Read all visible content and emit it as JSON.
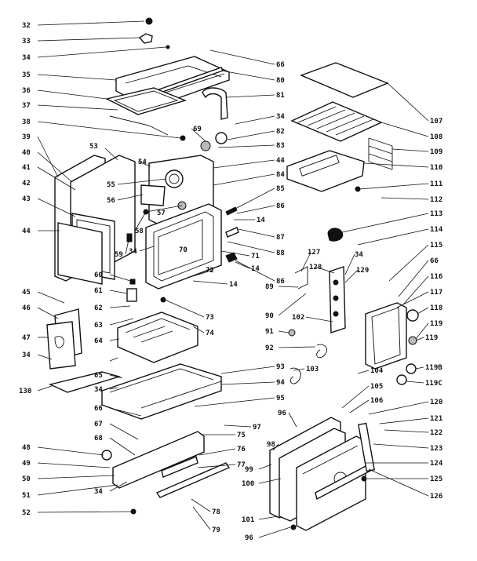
{
  "diagram": {
    "labels": [
      {
        "id": "l32",
        "text": "32"
      },
      {
        "id": "l33",
        "text": "33"
      },
      {
        "id": "l34a",
        "text": "34"
      },
      {
        "id": "l35",
        "text": "35"
      },
      {
        "id": "l36",
        "text": "36"
      },
      {
        "id": "l37",
        "text": "37"
      },
      {
        "id": "l38",
        "text": "38"
      },
      {
        "id": "l39",
        "text": "39"
      },
      {
        "id": "l40",
        "text": "40"
      },
      {
        "id": "l41",
        "text": "41"
      },
      {
        "id": "l42",
        "text": "42"
      },
      {
        "id": "l43",
        "text": "43"
      },
      {
        "id": "l44a",
        "text": "44"
      },
      {
        "id": "l45",
        "text": "45"
      },
      {
        "id": "l46",
        "text": "46"
      },
      {
        "id": "l47",
        "text": "47"
      },
      {
        "id": "l34b",
        "text": "34"
      },
      {
        "id": "l130",
        "text": "130"
      },
      {
        "id": "l48",
        "text": "48"
      },
      {
        "id": "l49",
        "text": "49"
      },
      {
        "id": "l50",
        "text": "50"
      },
      {
        "id": "l51",
        "text": "51"
      },
      {
        "id": "l52",
        "text": "52"
      },
      {
        "id": "l53",
        "text": "53"
      },
      {
        "id": "l54",
        "text": "54"
      },
      {
        "id": "l55",
        "text": "55"
      },
      {
        "id": "l56",
        "text": "56"
      },
      {
        "id": "l57",
        "text": "57"
      },
      {
        "id": "l58",
        "text": "58"
      },
      {
        "id": "l59",
        "text": "59"
      },
      {
        "id": "l34c",
        "text": "34"
      },
      {
        "id": "l70",
        "text": "70"
      },
      {
        "id": "l60",
        "text": "60"
      },
      {
        "id": "l61",
        "text": "61"
      },
      {
        "id": "l62",
        "text": "62"
      },
      {
        "id": "l63",
        "text": "63"
      },
      {
        "id": "l64",
        "text": "64"
      },
      {
        "id": "l65",
        "text": "65"
      },
      {
        "id": "l34d",
        "text": "34"
      },
      {
        "id": "l66",
        "text": "66"
      },
      {
        "id": "l67",
        "text": "67"
      },
      {
        "id": "l68",
        "text": "68"
      },
      {
        "id": "l34e",
        "text": "34"
      },
      {
        "id": "l66b",
        "text": "66"
      },
      {
        "id": "l80",
        "text": "80"
      },
      {
        "id": "l81",
        "text": "81"
      },
      {
        "id": "l34f",
        "text": "34"
      },
      {
        "id": "l82",
        "text": "82"
      },
      {
        "id": "l69",
        "text": "69"
      },
      {
        "id": "l83",
        "text": "83"
      },
      {
        "id": "l44b",
        "text": "44"
      },
      {
        "id": "l84",
        "text": "84"
      },
      {
        "id": "l85",
        "text": "85"
      },
      {
        "id": "l86a",
        "text": "86"
      },
      {
        "id": "l14a",
        "text": "14"
      },
      {
        "id": "l87",
        "text": "87"
      },
      {
        "id": "l88",
        "text": "88"
      },
      {
        "id": "l71",
        "text": "71"
      },
      {
        "id": "l72",
        "text": "72"
      },
      {
        "id": "l14b",
        "text": "14"
      },
      {
        "id": "l14c",
        "text": "14"
      },
      {
        "id": "l86b",
        "text": "86"
      },
      {
        "id": "l73",
        "text": "73"
      },
      {
        "id": "l74",
        "text": "74"
      },
      {
        "id": "l93",
        "text": "93"
      },
      {
        "id": "l94",
        "text": "94"
      },
      {
        "id": "l95",
        "text": "95"
      },
      {
        "id": "l97",
        "text": "97"
      },
      {
        "id": "l75",
        "text": "75"
      },
      {
        "id": "l76",
        "text": "76"
      },
      {
        "id": "l77",
        "text": "77"
      },
      {
        "id": "l78",
        "text": "78"
      },
      {
        "id": "l79",
        "text": "79"
      },
      {
        "id": "l107",
        "text": "107"
      },
      {
        "id": "l108",
        "text": "108"
      },
      {
        "id": "l109",
        "text": "109"
      },
      {
        "id": "l110",
        "text": "110"
      },
      {
        "id": "l111",
        "text": "111"
      },
      {
        "id": "l112",
        "text": "112"
      },
      {
        "id": "l113",
        "text": "113"
      },
      {
        "id": "l114",
        "text": "114"
      },
      {
        "id": "l127",
        "text": "127"
      },
      {
        "id": "l34g",
        "text": "34"
      },
      {
        "id": "l115",
        "text": "115"
      },
      {
        "id": "l66c",
        "text": "66"
      },
      {
        "id": "l128",
        "text": "128"
      },
      {
        "id": "l129",
        "text": "129"
      },
      {
        "id": "l116",
        "text": "116"
      },
      {
        "id": "l117",
        "text": "117"
      },
      {
        "id": "l118",
        "text": "118"
      },
      {
        "id": "l89",
        "text": "89"
      },
      {
        "id": "l90",
        "text": "90"
      },
      {
        "id": "l102",
        "text": "102"
      },
      {
        "id": "l119",
        "text": "119"
      },
      {
        "id": "l119a",
        "text": "119"
      },
      {
        "id": "l91",
        "text": "91"
      },
      {
        "id": "l92",
        "text": "92"
      },
      {
        "id": "l103",
        "text": "103"
      },
      {
        "id": "l119b",
        "text": "119B"
      },
      {
        "id": "l119c",
        "text": "119C"
      },
      {
        "id": "l104",
        "text": "104"
      },
      {
        "id": "l105",
        "text": "105"
      },
      {
        "id": "l106",
        "text": "106"
      },
      {
        "id": "l96a",
        "text": "96"
      },
      {
        "id": "l120",
        "text": "120"
      },
      {
        "id": "l121",
        "text": "121"
      },
      {
        "id": "l98",
        "text": "98"
      },
      {
        "id": "l122",
        "text": "122"
      },
      {
        "id": "l123",
        "text": "123"
      },
      {
        "id": "l124",
        "text": "124"
      },
      {
        "id": "l99",
        "text": "99"
      },
      {
        "id": "l125",
        "text": "125"
      },
      {
        "id": "l100",
        "text": "100"
      },
      {
        "id": "l126",
        "text": "126"
      },
      {
        "id": "l101",
        "text": "101"
      },
      {
        "id": "l96b",
        "text": "96"
      }
    ]
  }
}
